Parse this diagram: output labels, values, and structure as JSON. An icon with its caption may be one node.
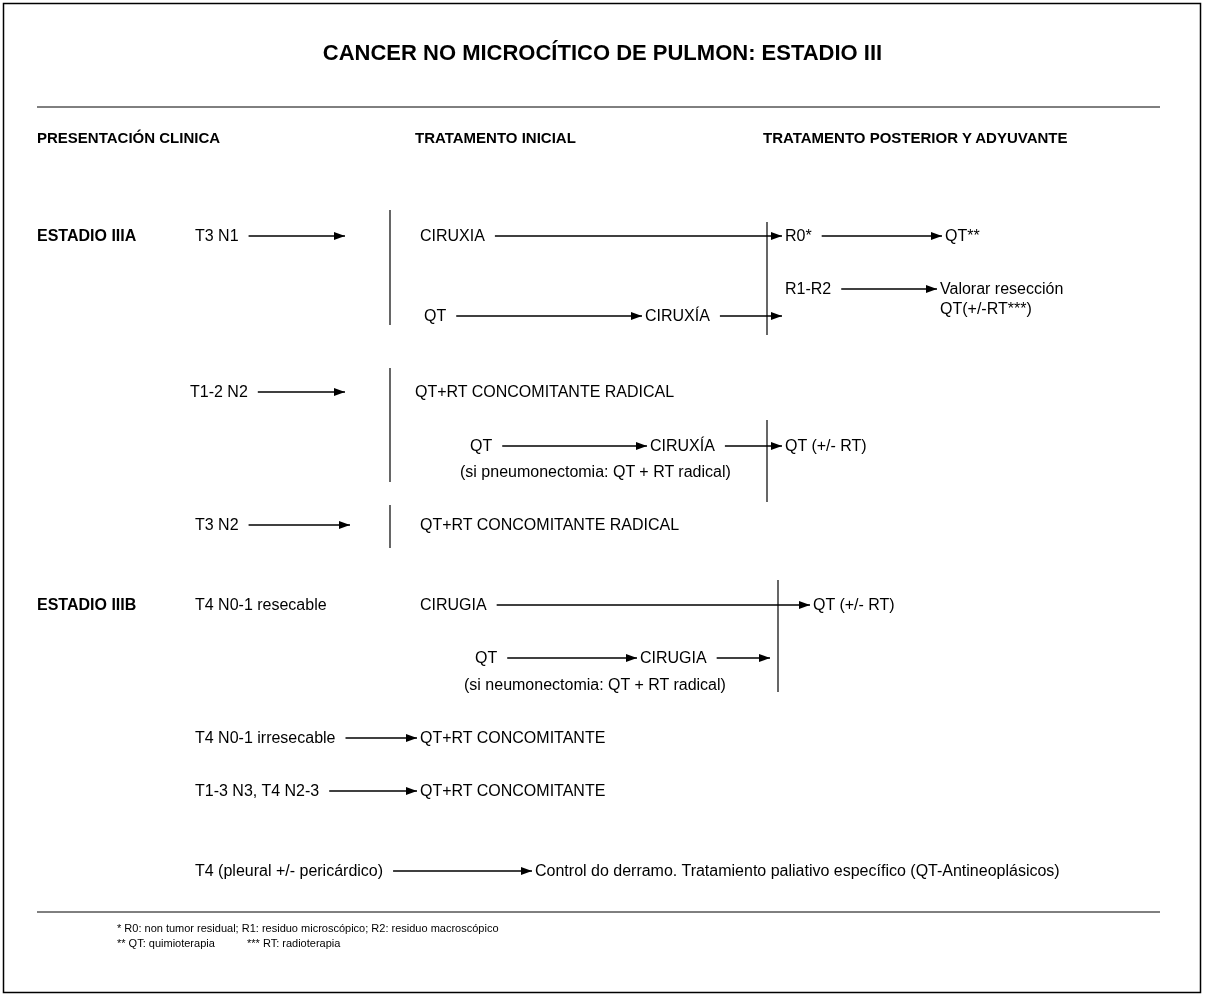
{
  "diagram": {
    "title": "CANCER NO MICROCÍTICO DE PULMON: ESTADIO III",
    "nodes": [
      {
        "text": [
          "T3 N1"
        ]
      },
      {
        "text": [
          "CIRUXIA"
        ]
      },
      {
        "text": [
          "R0*"
        ]
      },
      {
        "text": [
          "QT**"
        ]
      },
      {
        "text": [
          "QT"
        ]
      },
      {
        "text": [
          "CIRUXÍA"
        ]
      },
      {
        "text": [
          "R1-R2"
        ]
      },
      {
        "text": [
          "Valorar resección QT(+/-RT***)"
        ]
      },
      {
        "text": [
          "T1-2 N2"
        ]
      },
      {
        "text": [
          "QT+RT CONCOMITANTE RADICAL"
        ]
      },
      {
        "text": [
          "QT"
        ]
      },
      {
        "text": [
          "CIRUXÍA"
        ]
      },
      {
        "text": [
          "QT (+/- RT)"
        ]
      },
      {
        "text": [
          "T3 N2"
        ]
      },
      {
        "text": [
          "QT+RT CONCOMITANTE RADICAL"
        ]
      },
      {
        "text": [
          "T4 N0-1 resecable"
        ]
      },
      {
        "text": [
          "CIRUGIA"
        ]
      },
      {
        "text": [
          "QT (+/- RT)"
        ]
      },
      {
        "text": [
          "QT"
        ]
      },
      {
        "text": [
          "CIRUGIA"
        ]
      },
      {
        "text": [
          "T4 N0-1 irresecable"
        ]
      },
      {
        "text": [
          "QT+RT CONCOMITANTE"
        ]
      },
      {
        "text": [
          "T1-3 N3, T4 N2-3"
        ]
      },
      {
        "text": [
          "QT+RT CONCOMITANTE"
        ]
      },
      {
        "text": [
          "T4 (pleural +/- pericárdico)"
        ]
      },
      {
        "text": [
          "Control do derramo. Tratamiento paliativo específico (QT-Antineoplásicos)"
        ]
      }
    ],
    "edges": [
      {
        "from": 0,
        "to": null,
        "arrow": "to"
      },
      {
        "from": 1,
        "to": 2,
        "arrow": "to"
      },
      {
        "from": 2,
        "to": 3,
        "arrow": "to"
      },
      {
        "from": 4,
        "to": 5,
        "arrow": "to"
      },
      {
        "from": 5,
        "to": 6,
        "arrow": "to"
      },
      {
        "from": 6,
        "to": 7,
        "arrow": "to"
      },
      {
        "from": 8,
        "to": null,
        "arrow": "to"
      },
      {
        "from": 10,
        "to": 11,
        "arrow": "to"
      },
      {
        "from": 11,
        "to": 12,
        "arrow": "to"
      },
      {
        "from": 13,
        "to": null,
        "arrow": "to"
      },
      {
        "from": 16,
        "to": 17,
        "arrow": "to"
      },
      {
        "from": 18,
        "to": 19,
        "arrow": "to"
      },
      {
        "from": 19,
        "to": null,
        "arrow": "to"
      },
      {
        "from": 20,
        "to": 21,
        "arrow": "to"
      },
      {
        "from": 22,
        "to": 23,
        "arrow": "to"
      },
      {
        "from": 24,
        "to": 25,
        "arrow": "to"
      }
    ],
    "labels": [
      "PRESENTACIÓN CLINICA",
      "TRATAMENTO INICIAL",
      "TRATAMENTO POSTERIOR Y ADYUVANTE",
      "ESTADIO IIIA",
      "(si pneumonectomia: QT + RT radical)",
      "ESTADIO IIIB",
      "(si neumonectomia: QT + RT radical)",
      "* R0: non tumor residual; R1: residuo microscópico; R2: residuo macroscópico",
      "** QT: quimioterapia",
      "*** RT: radioterapia"
    ]
  }
}
